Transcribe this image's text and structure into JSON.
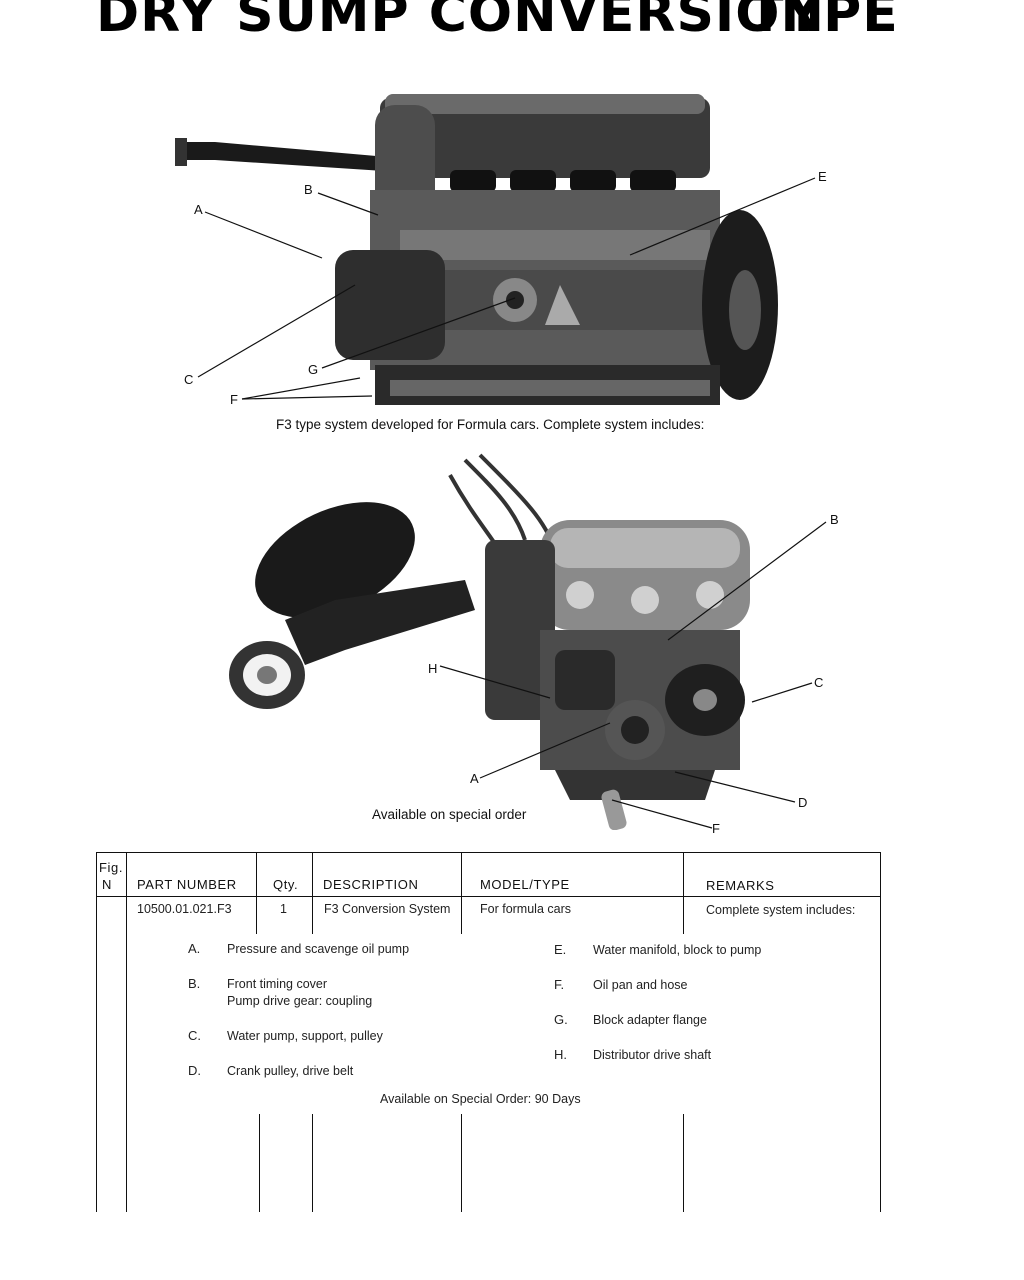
{
  "title": {
    "line1": "DRY SUMP CONVERSION",
    "line2": "TYPE II"
  },
  "figure1": {
    "caption": "F3 type system developed for Formula cars. Complete system includes:",
    "callouts": [
      "A",
      "B",
      "C",
      "E",
      "F",
      "G"
    ]
  },
  "figure2": {
    "caption": "Available on special order",
    "callouts": [
      "A",
      "B",
      "C",
      "D",
      "F",
      "H"
    ]
  },
  "table": {
    "headers": {
      "fig": "Fig.",
      "fig_n": "N",
      "part_number": "PART NUMBER",
      "qty": "Qty.",
      "description": "DESCRIPTION",
      "model": "MODEL/TYPE",
      "remarks": "REMARKS"
    },
    "row": {
      "part_number": "10500.01.021.F3",
      "qty": "1",
      "description": "F3 Conversion System",
      "model": "For formula cars",
      "remarks": "Complete system includes:"
    },
    "items_left": [
      {
        "letter": "A.",
        "text": "Pressure and scavenge oil pump"
      },
      {
        "letter": "B.",
        "text": "Front timing cover",
        "text2": "Pump drive gear: coupling"
      },
      {
        "letter": "C.",
        "text": "Water pump, support, pulley"
      },
      {
        "letter": "D.",
        "text": "Crank pulley, drive belt"
      }
    ],
    "items_right": [
      {
        "letter": "E.",
        "text": "Water manifold, block to pump"
      },
      {
        "letter": "F.",
        "text": "Oil pan and hose"
      },
      {
        "letter": "G.",
        "text": "Block adapter flange"
      },
      {
        "letter": "H.",
        "text": "Distributor drive shaft"
      }
    ],
    "note": "Available on Special Order: 90 Days"
  }
}
